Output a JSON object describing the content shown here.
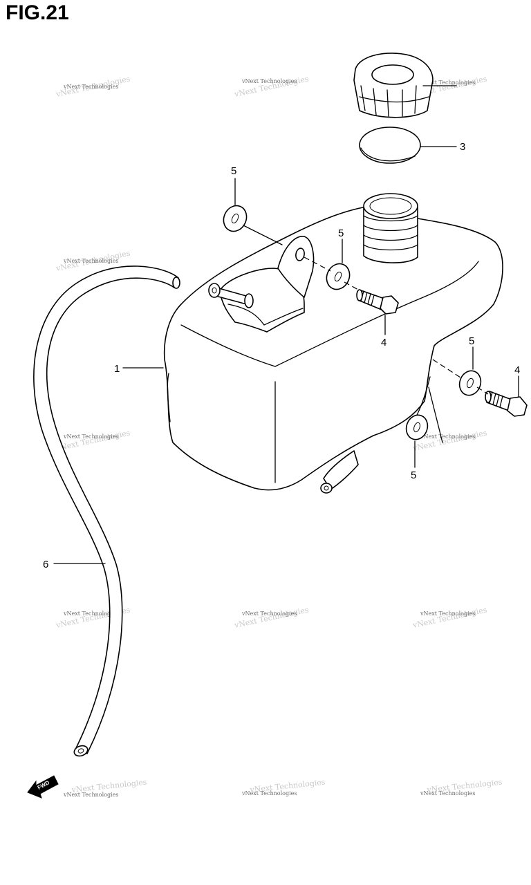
{
  "figure": {
    "title": "FIG.21"
  },
  "callouts": {
    "c1": "1",
    "c3": "3",
    "c4a": "4",
    "c4b": "4",
    "c5a": "5",
    "c5b": "5",
    "c5c": "5",
    "c5d": "5",
    "c6": "6"
  },
  "watermark": {
    "text": "vNext Technologies"
  },
  "direction_marker": {
    "text": "FWD"
  }
}
